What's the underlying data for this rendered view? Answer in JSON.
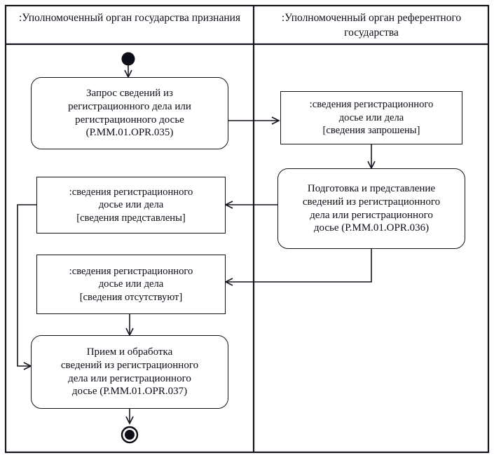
{
  "diagram": {
    "type": "uml-activity-diagram",
    "swimlanes": [
      {
        "id": "lane-left",
        "title": ":Уполномоченный орган\nгосударства признания"
      },
      {
        "id": "lane-right",
        "title": ":Уполномоченный орган\nреферентного государства"
      }
    ],
    "nodes": [
      {
        "id": "start-node",
        "kind": "initial-node",
        "lane": "lane-left"
      },
      {
        "id": "activity-request",
        "kind": "activity",
        "lane": "lane-left",
        "text": "Запрос сведений из\nрегистрационного дела или\nрегистрационного досье\n(Р.ММ.01.OPR.035)"
      },
      {
        "id": "object-requested",
        "kind": "object-node",
        "lane": "lane-right",
        "text": ":сведения регистрационного\nдосье или дела\n[сведения запрошены]"
      },
      {
        "id": "activity-prepare",
        "kind": "activity",
        "lane": "lane-right",
        "text": "Подготовка и представление\nсведений из регистрационного\nдела или регистрационного\nдосье (Р.ММ.01.OPR.036)"
      },
      {
        "id": "object-provided",
        "kind": "object-node",
        "lane": "lane-left",
        "text": ":сведения регистрационного\nдосье или дела\n[сведения представлены]"
      },
      {
        "id": "object-absent",
        "kind": "object-node",
        "lane": "lane-left",
        "text": ":сведения регистрационного\nдосье или дела\n[сведения отсутствуют]"
      },
      {
        "id": "activity-receive",
        "kind": "activity",
        "lane": "lane-left",
        "text": "Прием и обработка\nсведений из регистрационного\nдела или регистрационного\nдосье (Р.ММ.01.OPR.037)"
      },
      {
        "id": "end-node",
        "kind": "final-node",
        "lane": "lane-left"
      }
    ],
    "edges": [
      {
        "id": "edge-start-to-request",
        "from": "start-node",
        "to": "activity-request"
      },
      {
        "id": "edge-request-to-requested",
        "from": "activity-request",
        "to": "object-requested"
      },
      {
        "id": "edge-requested-to-prepare",
        "from": "object-requested",
        "to": "activity-prepare"
      },
      {
        "id": "edge-prepare-to-provided",
        "from": "activity-prepare",
        "to": "object-provided"
      },
      {
        "id": "edge-prepare-to-absent",
        "from": "activity-prepare",
        "to": "object-absent"
      },
      {
        "id": "edge-provided-to-receive",
        "from": "object-provided",
        "to": "activity-receive"
      },
      {
        "id": "edge-absent-to-receive",
        "from": "object-absent",
        "to": "activity-receive"
      },
      {
        "id": "edge-receive-to-end",
        "from": "activity-receive",
        "to": "end-node"
      }
    ],
    "colors": {
      "stroke": "#14141f",
      "background": "#ffffff",
      "text": "#0d0d18"
    }
  }
}
